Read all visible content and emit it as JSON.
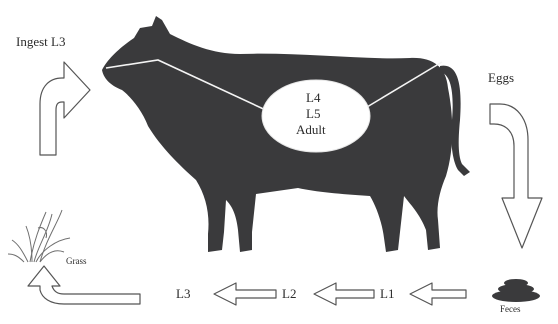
{
  "labels": {
    "ingest": "Ingest L3",
    "eggs": "Eggs",
    "l4": "L4",
    "l5": "L5",
    "adult": "Adult",
    "grass": "Grass",
    "feces": "Feces",
    "l3": "L3",
    "l2": "L2",
    "l1": "L1"
  },
  "colors": {
    "animal": "#3a3a3c",
    "outline": "#555555",
    "text": "#2b2b2b",
    "grass": "#6f6f6f"
  }
}
